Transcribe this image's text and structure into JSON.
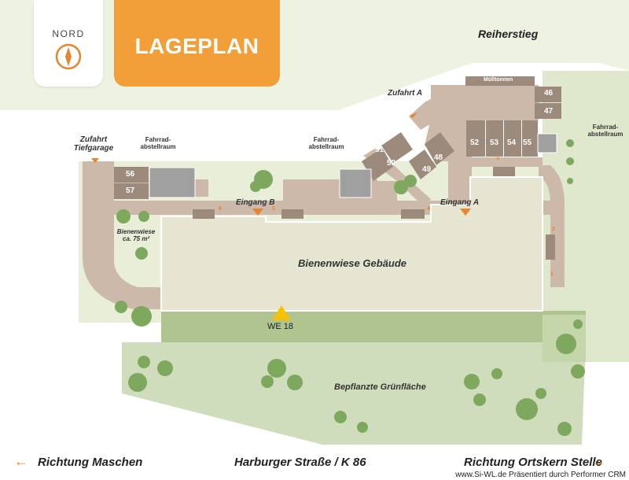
{
  "header": {
    "north_label": "NORD",
    "title": "LAGEPLAN"
  },
  "streets": {
    "top": "Reiherstieg",
    "bottom": "Harburger Straße / K 86",
    "left_direction": "Richtung Maschen",
    "right_direction": "Richtung Ortskern Stelle",
    "arrow_left": "←",
    "arrow_right": "→"
  },
  "labels": {
    "zufahrt_a": "Zufahrt A",
    "zufahrt_tiefgarage_1": "Zufahrt",
    "zufahrt_tiefgarage_2": "Tiefgarage",
    "fahrrad_a_1": "Fahrrad-",
    "fahrrad_a_2": "abstellraum",
    "fahrrad_b_1": "Fahrrad-",
    "fahrrad_b_2": "abstellraum",
    "fahrrad_c_1": "Fahrrad-",
    "fahrrad_c_2": "abstellraum",
    "muelltonnen": "Mülltonnen",
    "eingang_a": "Eingang A",
    "eingang_b": "Eingang B",
    "bienenwiese_1": "Bienenwiese",
    "bienenwiese_2": "ca. 75 m²",
    "building": "Bienenwiese Gebäude",
    "unit_marker": "WE 18",
    "gruenflaeche": "Bepflanzte Grünfläche"
  },
  "units": [
    "46",
    "47",
    "48",
    "49",
    "50",
    "51",
    "52",
    "53",
    "54",
    "55",
    "56",
    "57"
  ],
  "parking_numbers": [
    "1",
    "2",
    "3",
    "4",
    "5",
    "6"
  ],
  "footer": "www.Si-WL.de Präsentiert durch Performer CRM",
  "colors": {
    "accent": "#f39f39",
    "paving": "#cdb9a9",
    "building": "#e6e5d1",
    "grass": "#d0ddbc",
    "garden": "#afc48f",
    "unit_block": "#9c8a7c",
    "bike_shed": "#a0a0a0",
    "tree": "#7da85e",
    "marker": "#f5c200"
  }
}
